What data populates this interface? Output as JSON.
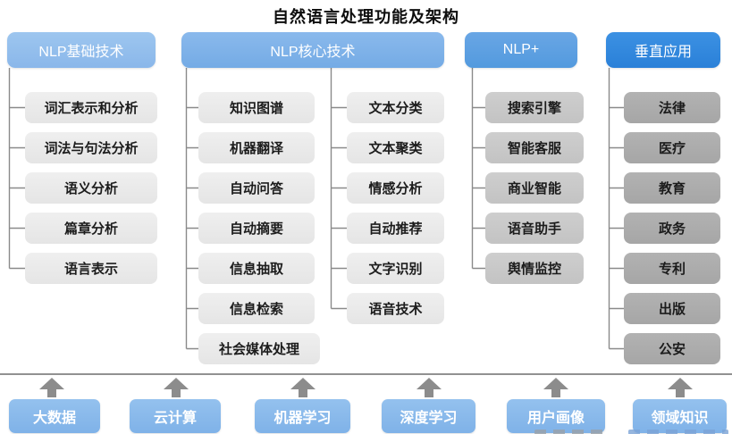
{
  "title": "自然语言处理功能及架构",
  "colors": {
    "header_basic": "#8ab7ea",
    "header_core": "#74abe5",
    "header_plus": "#539ade",
    "header_vertical": "#2a80d8",
    "item_light": "#e5e5e5",
    "item_medium": "#c3c3c3",
    "item_dark": "#a6a6a6",
    "foundation_box": "#7fb2e8",
    "connector": "#8a8a8a"
  },
  "columns": [
    {
      "header": "NLP基础技术",
      "items": [
        "词汇表示和分析",
        "词法与句法分析",
        "语义分析",
        "篇章分析",
        "语言表示"
      ]
    },
    {
      "header": "NLP核心技术",
      "items_left": [
        "知识图谱",
        "机器翻译",
        "自动问答",
        "自动摘要",
        "信息抽取",
        "信息检索",
        "社会媒体处理"
      ],
      "items_right": [
        "文本分类",
        "文本聚类",
        "情感分析",
        "自动推荐",
        "文字识别",
        "语音技术"
      ]
    },
    {
      "header": "NLP+",
      "items": [
        "搜索引擎",
        "智能客服",
        "商业智能",
        "语音助手",
        "舆情监控"
      ]
    },
    {
      "header": "垂直应用",
      "items": [
        "法律",
        "医疗",
        "教育",
        "政务",
        "专利",
        "出版",
        "公安"
      ]
    }
  ],
  "foundation": [
    "大数据",
    "云计算",
    "机器学习",
    "深度学习",
    "用户画像",
    "领域知识"
  ]
}
